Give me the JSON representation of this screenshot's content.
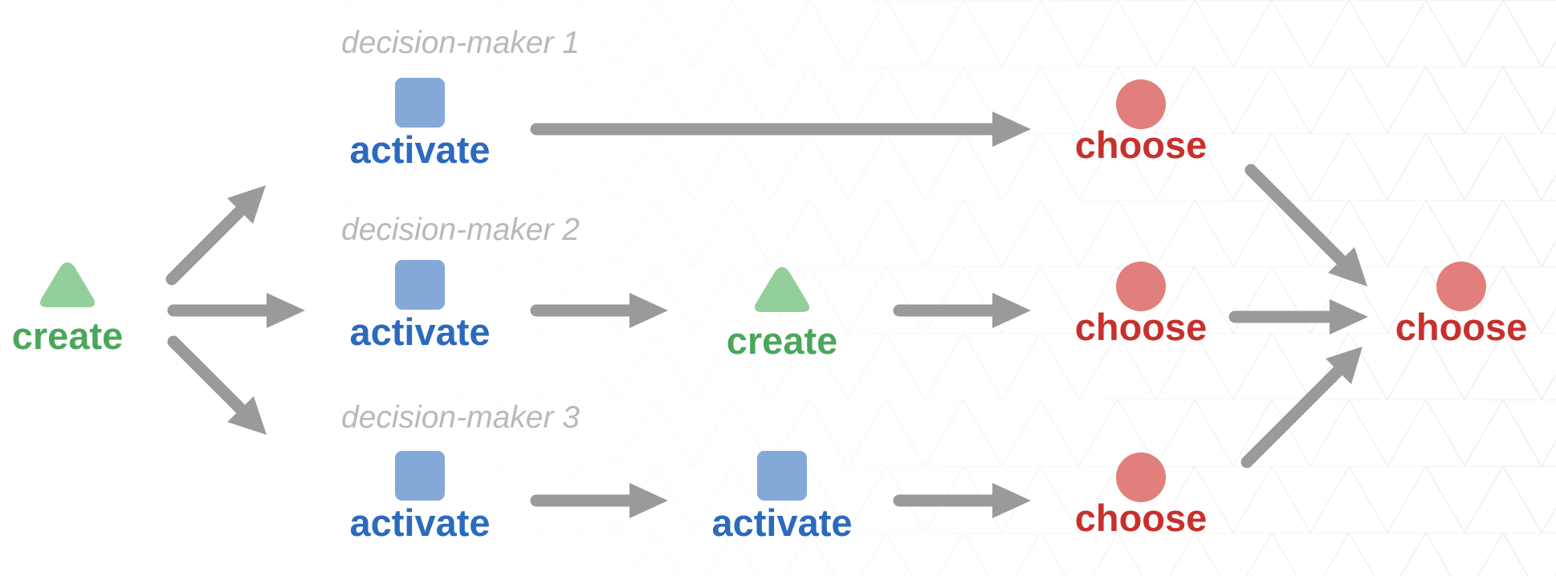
{
  "lanes": [
    {
      "label": "decision-maker 1"
    },
    {
      "label": "decision-maker 2"
    },
    {
      "label": "decision-maker 3"
    }
  ],
  "nodes": {
    "start": {
      "kind": "create",
      "label": "create"
    },
    "lane1_activate": {
      "kind": "activate",
      "label": "activate"
    },
    "lane1_choose": {
      "kind": "choose",
      "label": "choose"
    },
    "lane2_activate": {
      "kind": "activate",
      "label": "activate"
    },
    "lane2_create": {
      "kind": "create",
      "label": "create"
    },
    "lane2_choose": {
      "kind": "choose",
      "label": "choose"
    },
    "lane3_activate": {
      "kind": "activate",
      "label": "activate"
    },
    "lane3_activate_2": {
      "kind": "activate",
      "label": "activate"
    },
    "lane3_choose": {
      "kind": "choose",
      "label": "choose"
    },
    "final_choose": {
      "kind": "choose",
      "label": "choose"
    }
  },
  "edges": [
    {
      "from": "start",
      "to": "lane1"
    },
    {
      "from": "start",
      "to": "lane2"
    },
    {
      "from": "start",
      "to": "lane3"
    },
    {
      "from": "lane1_activate",
      "to": "lane1_choose"
    },
    {
      "from": "lane2_activate",
      "to": "lane2_create"
    },
    {
      "from": "lane2_create",
      "to": "lane2_choose"
    },
    {
      "from": "lane3_activate",
      "to": "lane3_activate_2"
    },
    {
      "from": "lane3_activate_2",
      "to": "lane3_choose"
    },
    {
      "from": "lane1_choose",
      "to": "final_choose"
    },
    {
      "from": "lane2_choose",
      "to": "final_choose"
    },
    {
      "from": "lane3_choose",
      "to": "final_choose"
    }
  ],
  "colors": {
    "create": "#4aa75a",
    "create_shape": "#92cf9a",
    "activate": "#2b6abd",
    "activate_shape": "#84a9d8",
    "choose": "#c8302c",
    "choose_shape": "#e17f7c",
    "arrow": "#9a9a9a",
    "lane_label": "#b9b9b9"
  }
}
